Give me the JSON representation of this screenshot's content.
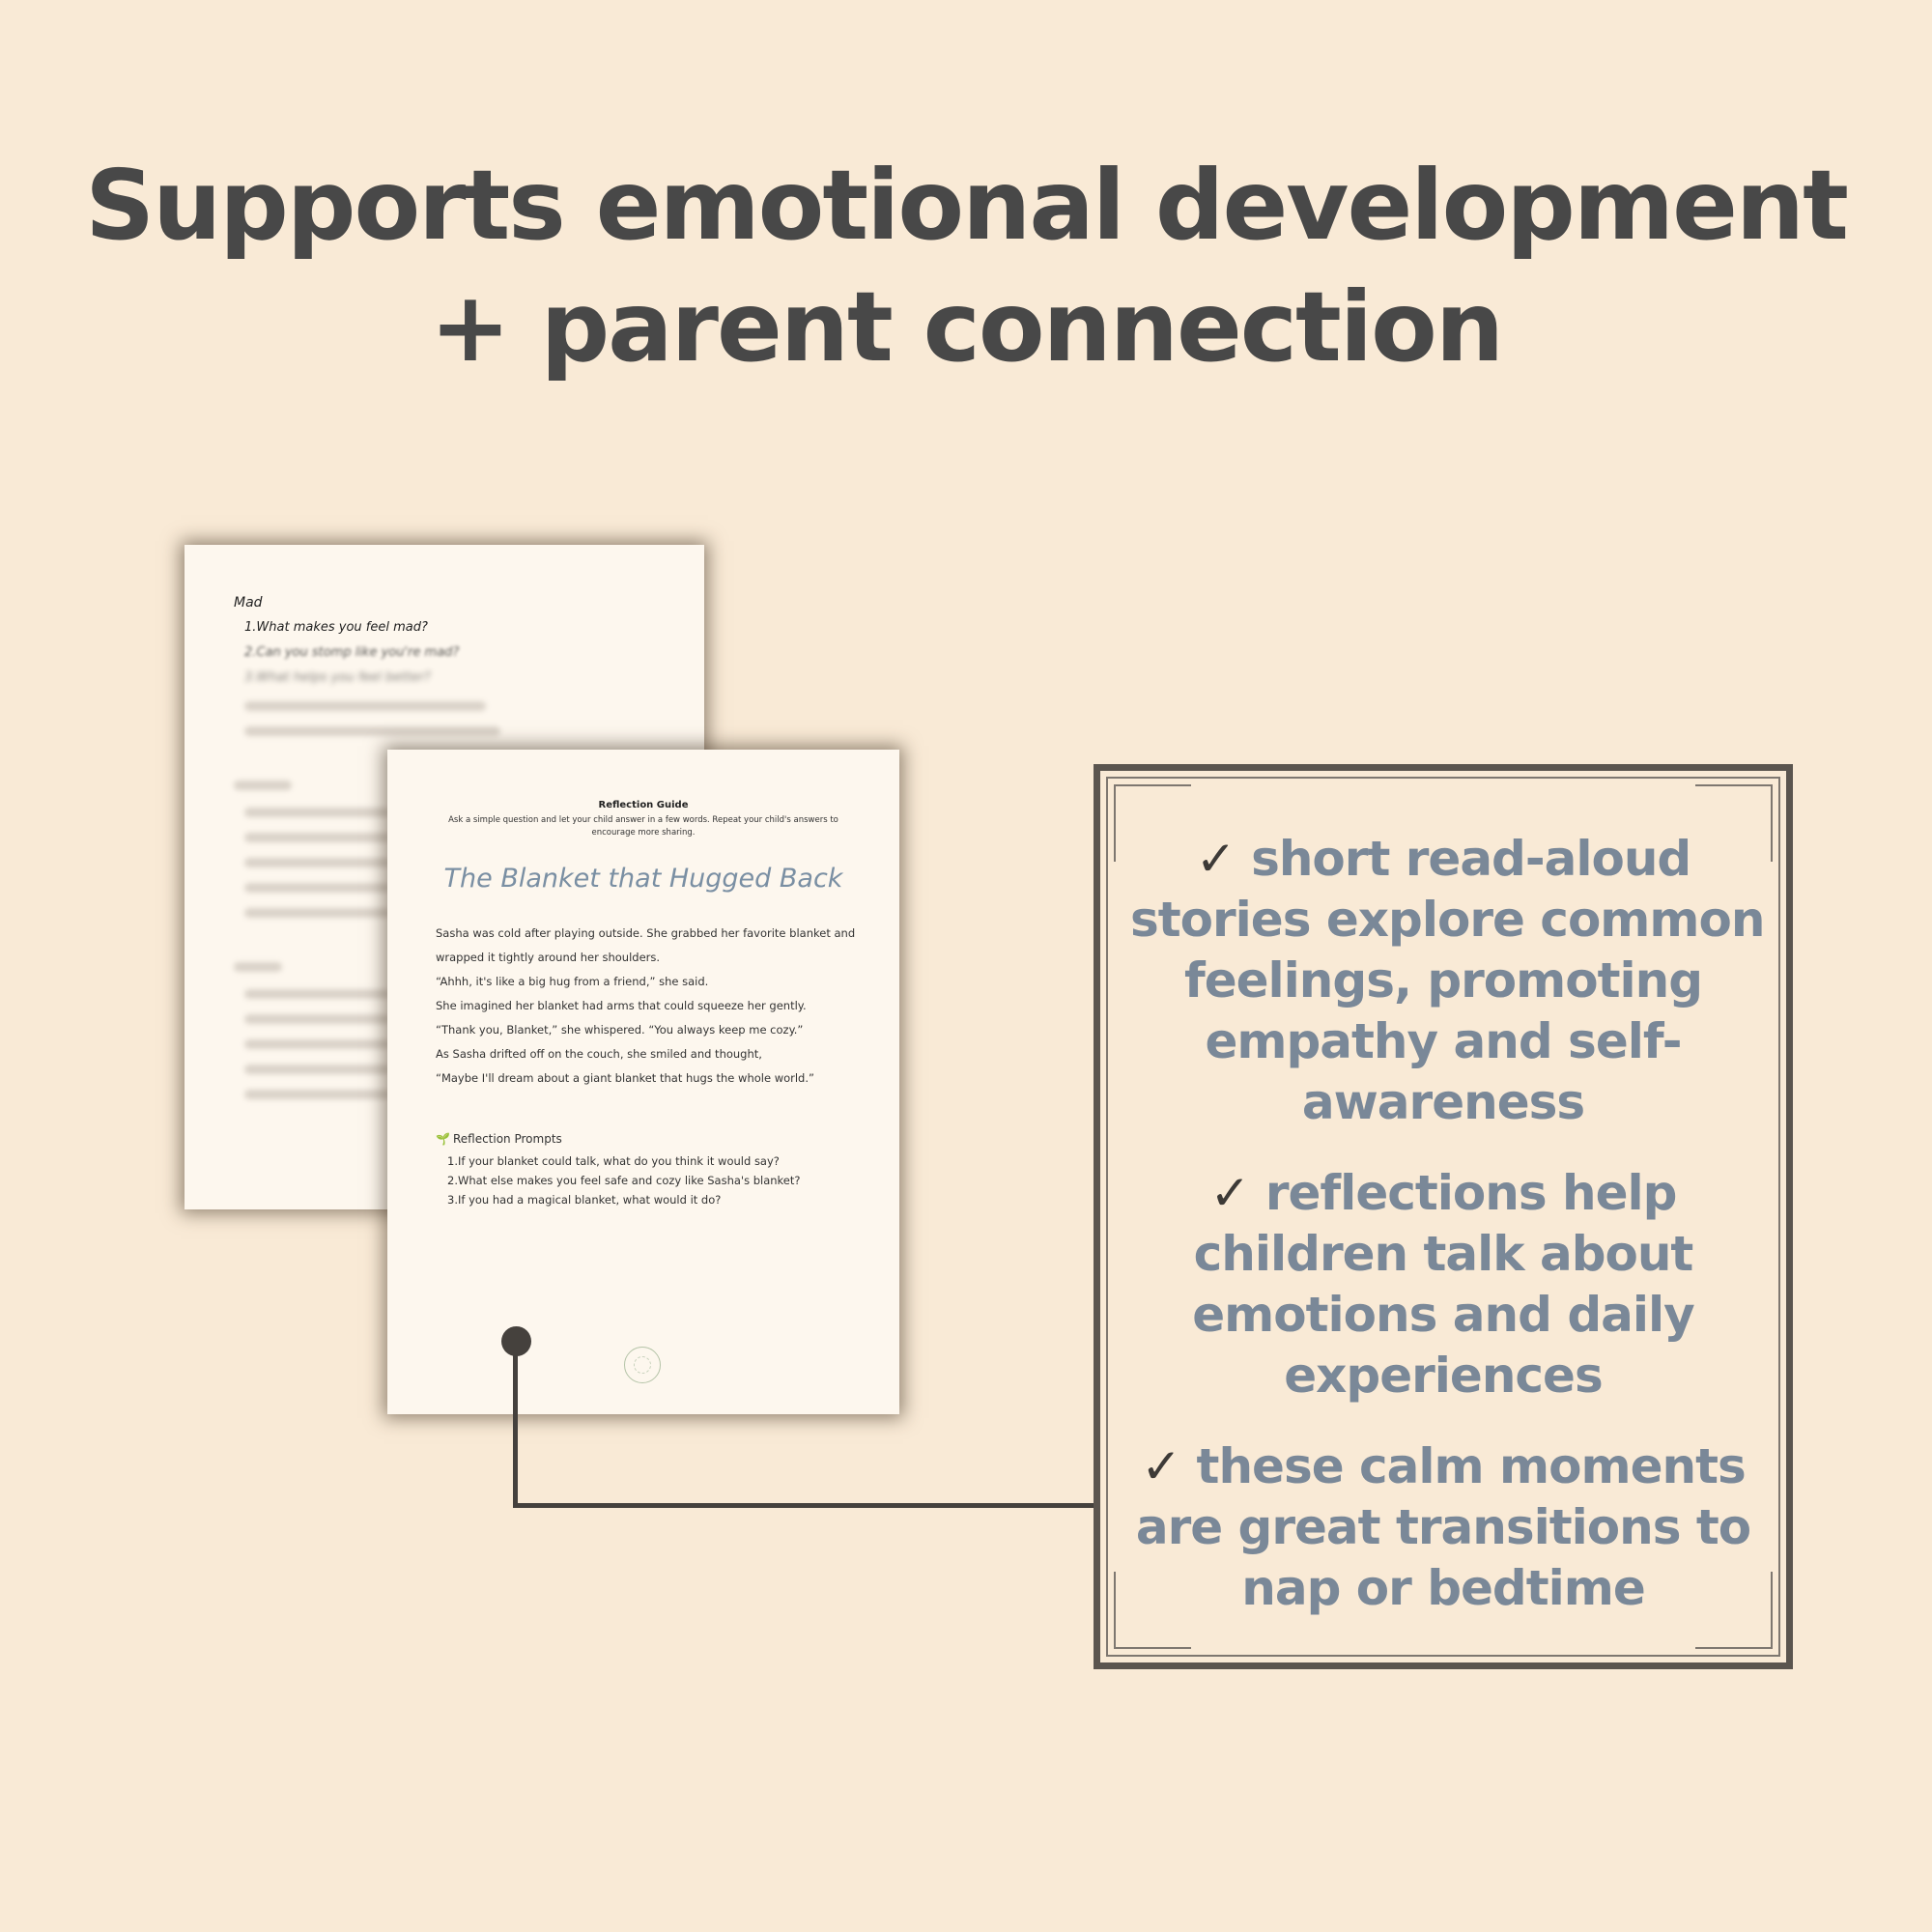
{
  "headline": {
    "line1": "Supports emotional development",
    "line2": "+ parent connection"
  },
  "back_page": {
    "section_title": "Mad",
    "questions": [
      "1.What makes you feel mad?",
      "2.Can you stomp like you're mad?",
      "3.What helps you feel better?"
    ]
  },
  "front_page": {
    "guide_title": "Reflection Guide",
    "guide_subtitle_line1": "Ask a simple question and let your child answer in a few words. Repeat your child's answers to",
    "guide_subtitle_line2": "encourage more sharing.",
    "story_title": "The Blanket that Hugged Back",
    "story_lines": [
      "Sasha was cold after playing outside. She grabbed her favorite blanket and",
      "wrapped it tightly around her shoulders.",
      "“Ahhh, it's like a big hug from a friend,” she said.",
      "She imagined her blanket had arms that could squeeze her gently.",
      "“Thank you, Blanket,” she whispered. “You always keep me cozy.”",
      "As Sasha drifted off on the couch, she smiled and thought,",
      "“Maybe I'll dream about a giant blanket that hugs the whole world.”"
    ],
    "prompts_heading": "Reflection Prompts",
    "prompts": [
      "1.If your blanket could talk, what do you think it would say?",
      "2.What else makes you feel safe and cozy like Sasha's blanket?",
      "3.If you had a magical blanket, what would it do?"
    ]
  },
  "bullets": [
    {
      "check": "✓",
      "lines": [
        "short read-aloud",
        "stories explore common",
        "feelings, promoting",
        "empathy and self-",
        "awareness"
      ]
    },
    {
      "check": "✓",
      "lines": [
        "reflections help",
        "children talk about",
        "emotions and daily",
        "experiences"
      ]
    },
    {
      "check": "✓",
      "lines": [
        "these calm moments",
        "are great transitions to",
        "nap or bedtime"
      ]
    }
  ],
  "colors": {
    "background": "#f9ead6",
    "headline": "#484848",
    "bullet_text": "#7a8898",
    "frame": "#5b554f",
    "story_title": "#7a8fa3"
  }
}
